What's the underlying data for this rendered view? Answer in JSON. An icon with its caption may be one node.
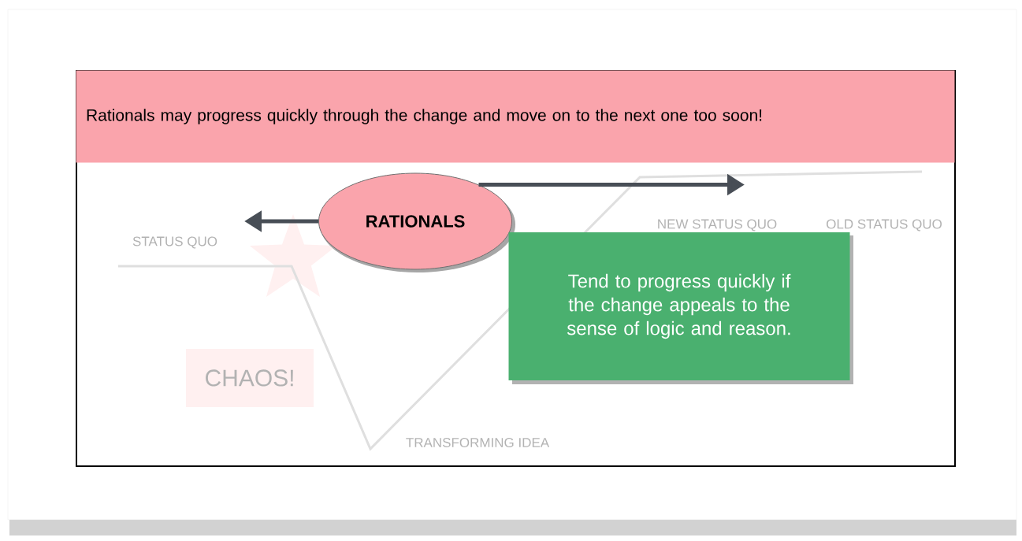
{
  "diagram": {
    "nodes": [
      {
        "text": [
          "Rationals may progress quickly through the change and move on to the next one too soon!"
        ]
      },
      {
        "text": [
          "RATIONALS"
        ]
      },
      {
        "text": [
          "Tend to progress quickly if the change appeals to the sense of logic and reason."
        ]
      },
      {
        "text": [
          "CHAOS!"
        ]
      }
    ],
    "edges": [
      {
        "from": 1,
        "to": null,
        "arrow": "to"
      },
      {
        "from": 1,
        "to": null,
        "arrow": "to"
      }
    ],
    "labels": [
      "STATUS QUO",
      "NEW STATUS QUO",
      "OLD STATUS QUO",
      "TRANSFORMING IDEA"
    ]
  }
}
